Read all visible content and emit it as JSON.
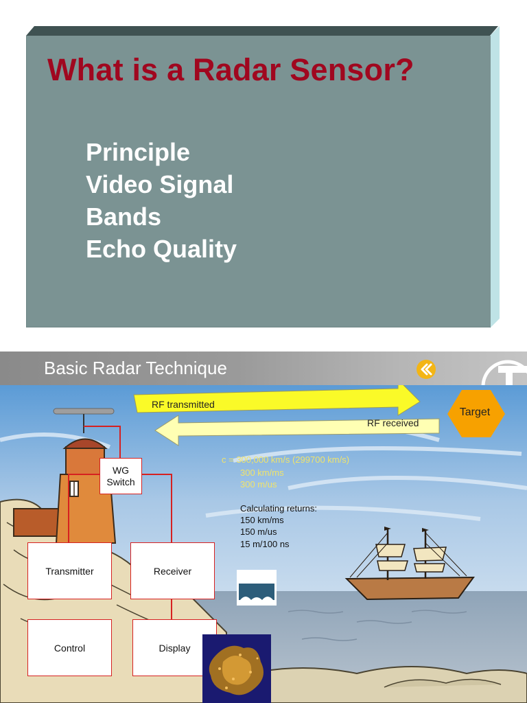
{
  "slide1": {
    "title": "What is a Radar Sensor?",
    "items": [
      "Principle",
      "Video Signal",
      "Bands",
      "Echo Quality"
    ],
    "colors": {
      "face": "#7b9393",
      "title": "#a0071f",
      "text": "#ffffff"
    }
  },
  "slide2": {
    "header_title": "Basic Radar Technique",
    "icons": {
      "back": "back-arrow-icon",
      "logo": "company-logo-icon"
    },
    "arrows": {
      "transmitted": "RF transmitted",
      "received": "RF received"
    },
    "target": "Target",
    "blocks": {
      "wg_line1": "WG",
      "wg_line2": "Switch",
      "transmitter": "Transmitter",
      "receiver": "Receiver",
      "control": "Control",
      "display": "Display"
    },
    "speed": {
      "line1": "c = 300,000 km/s (299700 km/s)",
      "line2": "300 km/ms",
      "line3": "300 m/us"
    },
    "returns": {
      "heading": "Calculating returns:",
      "line1": "150 km/ms",
      "line2": "150 m/us",
      "line3": "15 m/100 ns"
    },
    "colors": {
      "arrow": "#fafa28",
      "target": "#f7a100",
      "wiring": "#d62020",
      "back_button": "#f3b515"
    }
  }
}
